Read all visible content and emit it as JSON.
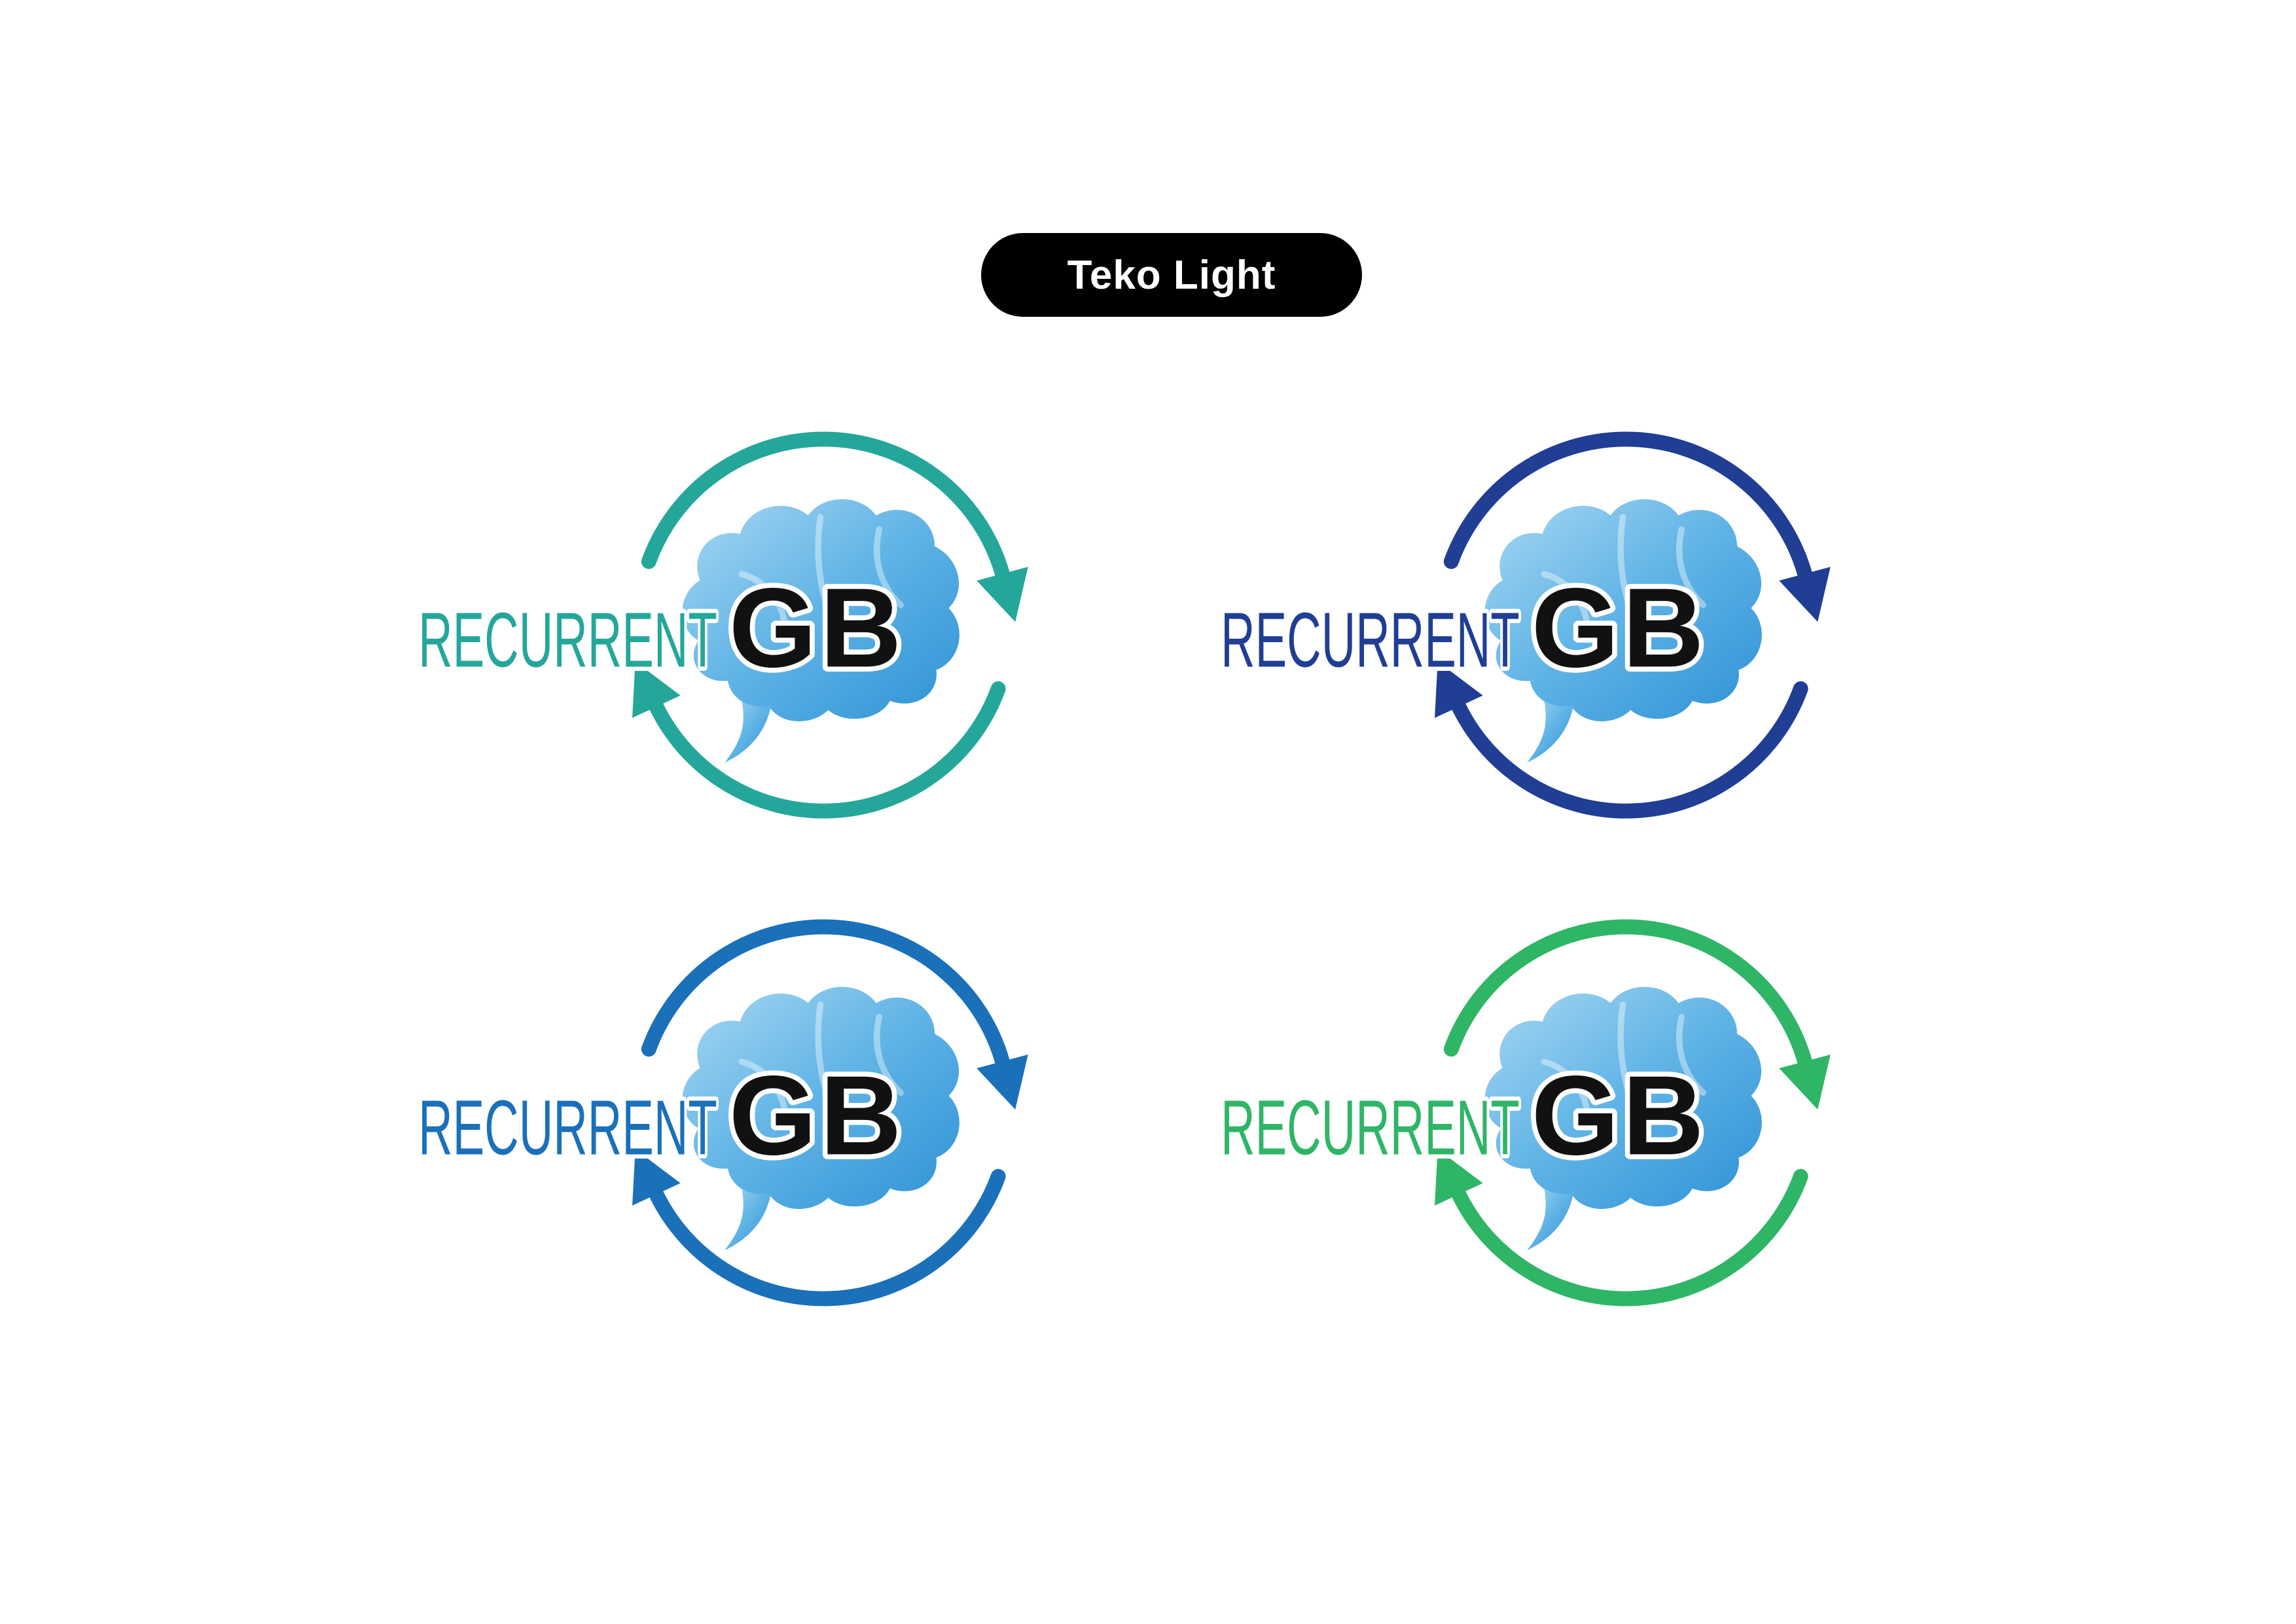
{
  "page": {
    "background": "#FFFFFF"
  },
  "badge": {
    "label": "Teko Light",
    "background": "#000000",
    "text_color": "#FFFFFF"
  },
  "logo_text": {
    "word": "RECURRENT",
    "suffix": "GB",
    "suffix_color": "#111111",
    "outline_color": "#FFFFFF"
  },
  "brain": {
    "gradient_start": "#A8D8F2",
    "gradient_mid": "#5FB3E6",
    "gradient_end": "#2E92D4"
  },
  "logos": [
    {
      "accent": "#24A79A"
    },
    {
      "accent": "#1F3E94"
    },
    {
      "accent": "#1A70B9"
    },
    {
      "accent": "#2FB566"
    }
  ]
}
